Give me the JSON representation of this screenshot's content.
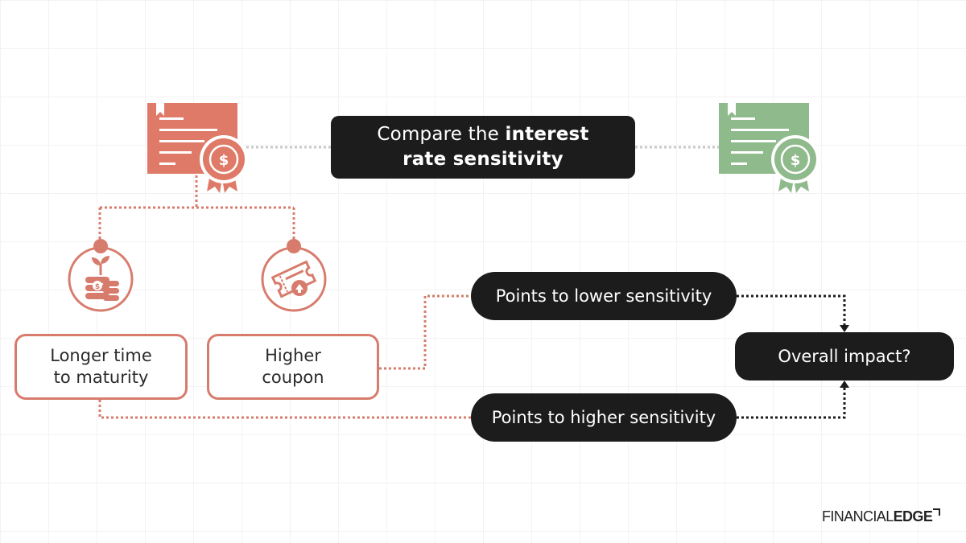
{
  "title": {
    "normal": "Compare the ",
    "bold_1": "interest",
    "bold_2": "rate sensitivity"
  },
  "bond_left": {
    "icon": "bond-certificate-icon",
    "color": "#e07a68",
    "symbol": "$"
  },
  "bond_right": {
    "icon": "bond-certificate-icon",
    "color": "#8fba8c",
    "symbol": "$"
  },
  "factors": {
    "maturity": {
      "line1": "Longer time",
      "line2": "to maturity",
      "icon": "coins-plant-icon"
    },
    "coupon": {
      "line1": "Higher",
      "line2": "coupon",
      "icon": "coupon-ticket-icon"
    }
  },
  "outcomes": {
    "lower": "Points to lower sensitivity",
    "higher": "Points to higher sensitivity",
    "overall": "Overall impact?"
  },
  "logo": {
    "part1": "FINANCIAL",
    "part2": "EDGE"
  },
  "colors": {
    "accent_red": "#d77c6c",
    "accent_green": "#8fba8c",
    "dark": "#1c1c1c"
  }
}
